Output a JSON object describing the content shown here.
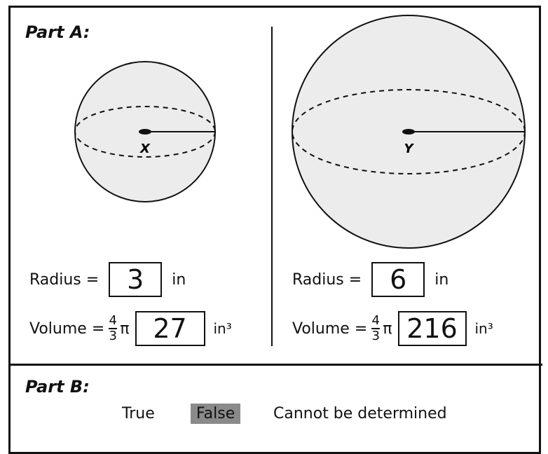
{
  "partA": {
    "title": "Part A:",
    "sphereX": {
      "label": "X",
      "radius_label": "Radius =",
      "radius_value": "3",
      "radius_unit": "in",
      "volume_label": "Volume =",
      "frac_num": "4",
      "frac_den": "3",
      "pi": "π",
      "volume_value": "27",
      "volume_unit": "in³"
    },
    "sphereY": {
      "label": "Y",
      "radius_label": "Radius =",
      "radius_value": "6",
      "radius_unit": "in",
      "volume_label": "Volume =",
      "frac_num": "4",
      "frac_den": "3",
      "pi": "π",
      "volume_value": "216",
      "volume_unit": "in³"
    }
  },
  "partB": {
    "title": "Part B:",
    "choices": [
      "True",
      "False",
      "Cannot be determined"
    ],
    "selected": "False"
  },
  "colors": {
    "sphere_fill": "#ececec",
    "selected_bg": "#8a8a8a",
    "line": "#111111"
  }
}
